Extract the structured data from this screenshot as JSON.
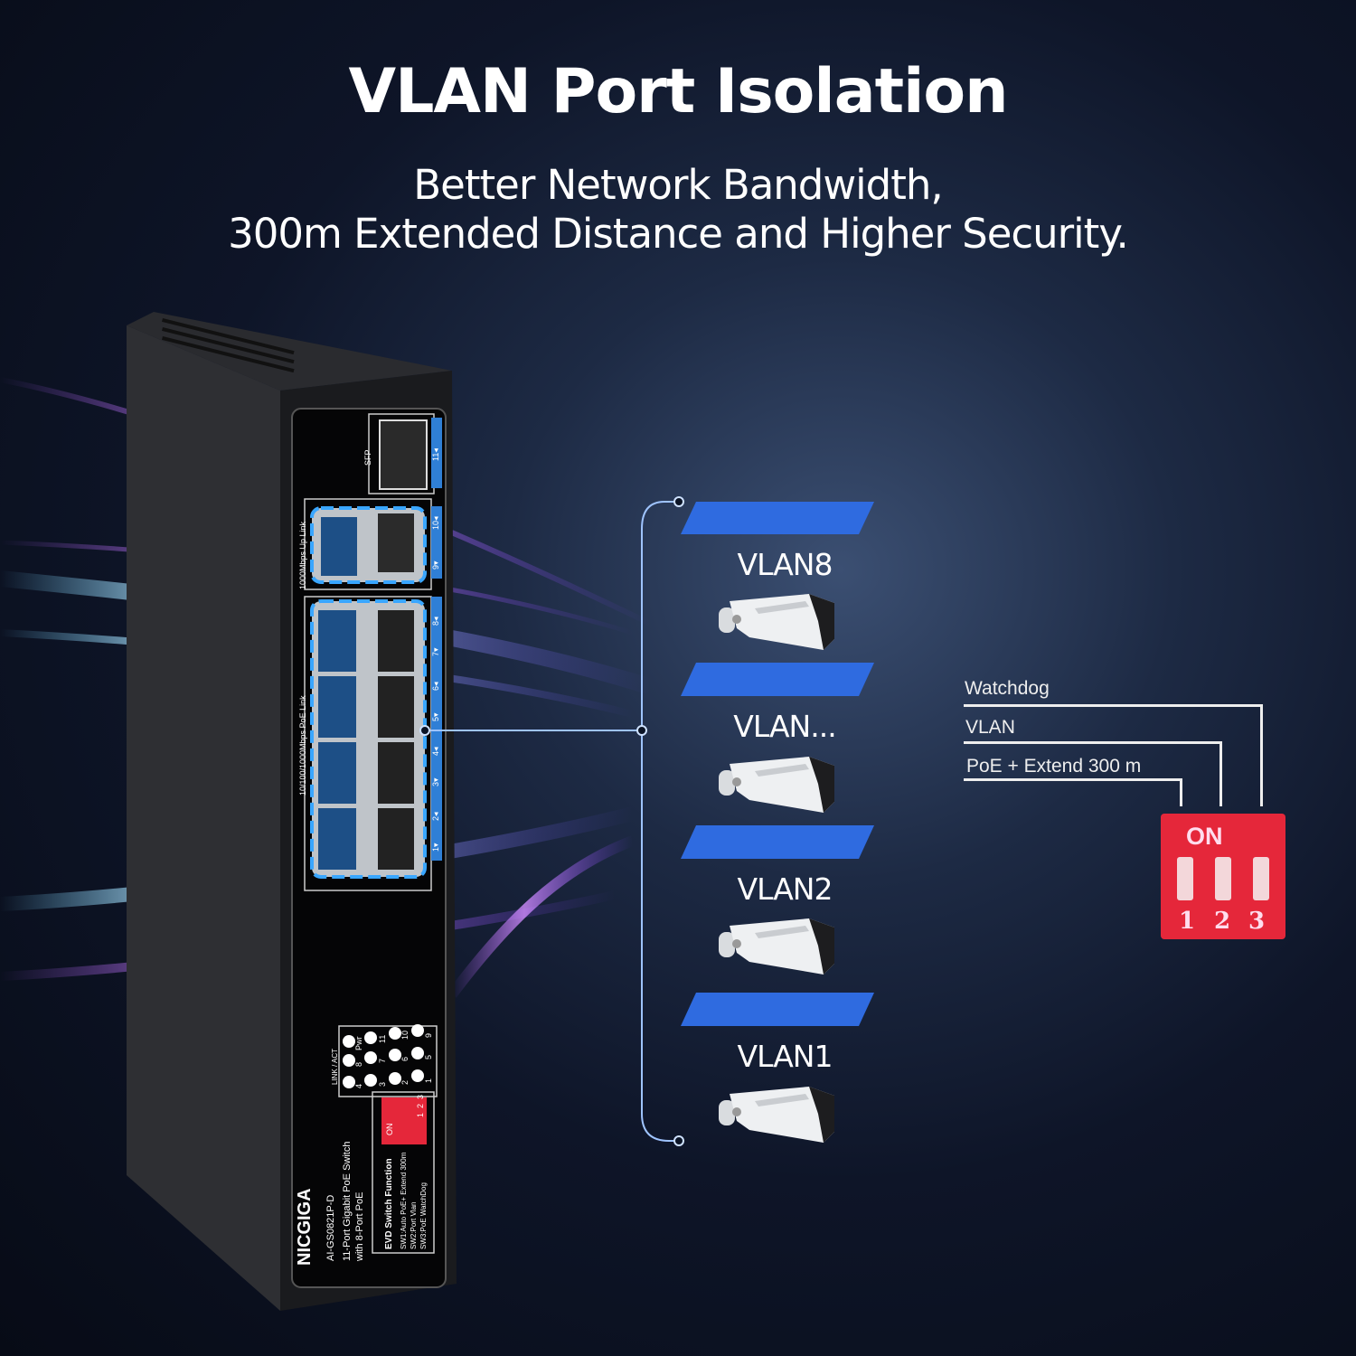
{
  "header": {
    "title": "VLAN Port Isolation",
    "subtitle_line1": "Better Network Bandwidth,",
    "subtitle_line2": "300m Extended Distance and Higher Security."
  },
  "switch": {
    "brand": "NICGIGA",
    "model": "AI-GS0821P-D",
    "description_line1": "11-Port Gigabit PoE Switch",
    "description_line2": "with 8-Port PoE",
    "sfp_label": "SFP",
    "uplink_label": "1000Mbps Up Link",
    "poe_label": "10/100/1000Mbps PoE Link",
    "port_numbers": [
      "11◂",
      "10◂",
      "9▾",
      "8◂",
      "7▾",
      "6◂",
      "5▾",
      "4◂",
      "3▾",
      "2◂",
      "1▾"
    ],
    "led_label": "LINK / ACT",
    "led_numbers": [
      "Pwr",
      "11",
      "10",
      "9",
      "8",
      "7",
      "6",
      "5",
      "4",
      "3",
      "2",
      "1"
    ],
    "dip_on": "ON",
    "dip_numbers": [
      "1",
      "2",
      "3"
    ],
    "function_title": "EVD Switch Function",
    "function_lines": [
      "SW1:Auto PoE+ Extend 300m",
      "SW2:Port Vlan",
      "SW3:PoE WatchDog"
    ]
  },
  "vlans": [
    "VLAN8",
    "VLAN...",
    "VLAN2",
    "VLAN1"
  ],
  "dip_callout": {
    "labels": [
      "Watchdog",
      "VLAN",
      "PoE + Extend 300 m"
    ],
    "on": "ON",
    "numbers": [
      "1",
      "2",
      "3"
    ]
  },
  "colors": {
    "accent_blue": "#2f6be0",
    "dip_red": "#e5273a",
    "line": "#9fc4ff"
  }
}
